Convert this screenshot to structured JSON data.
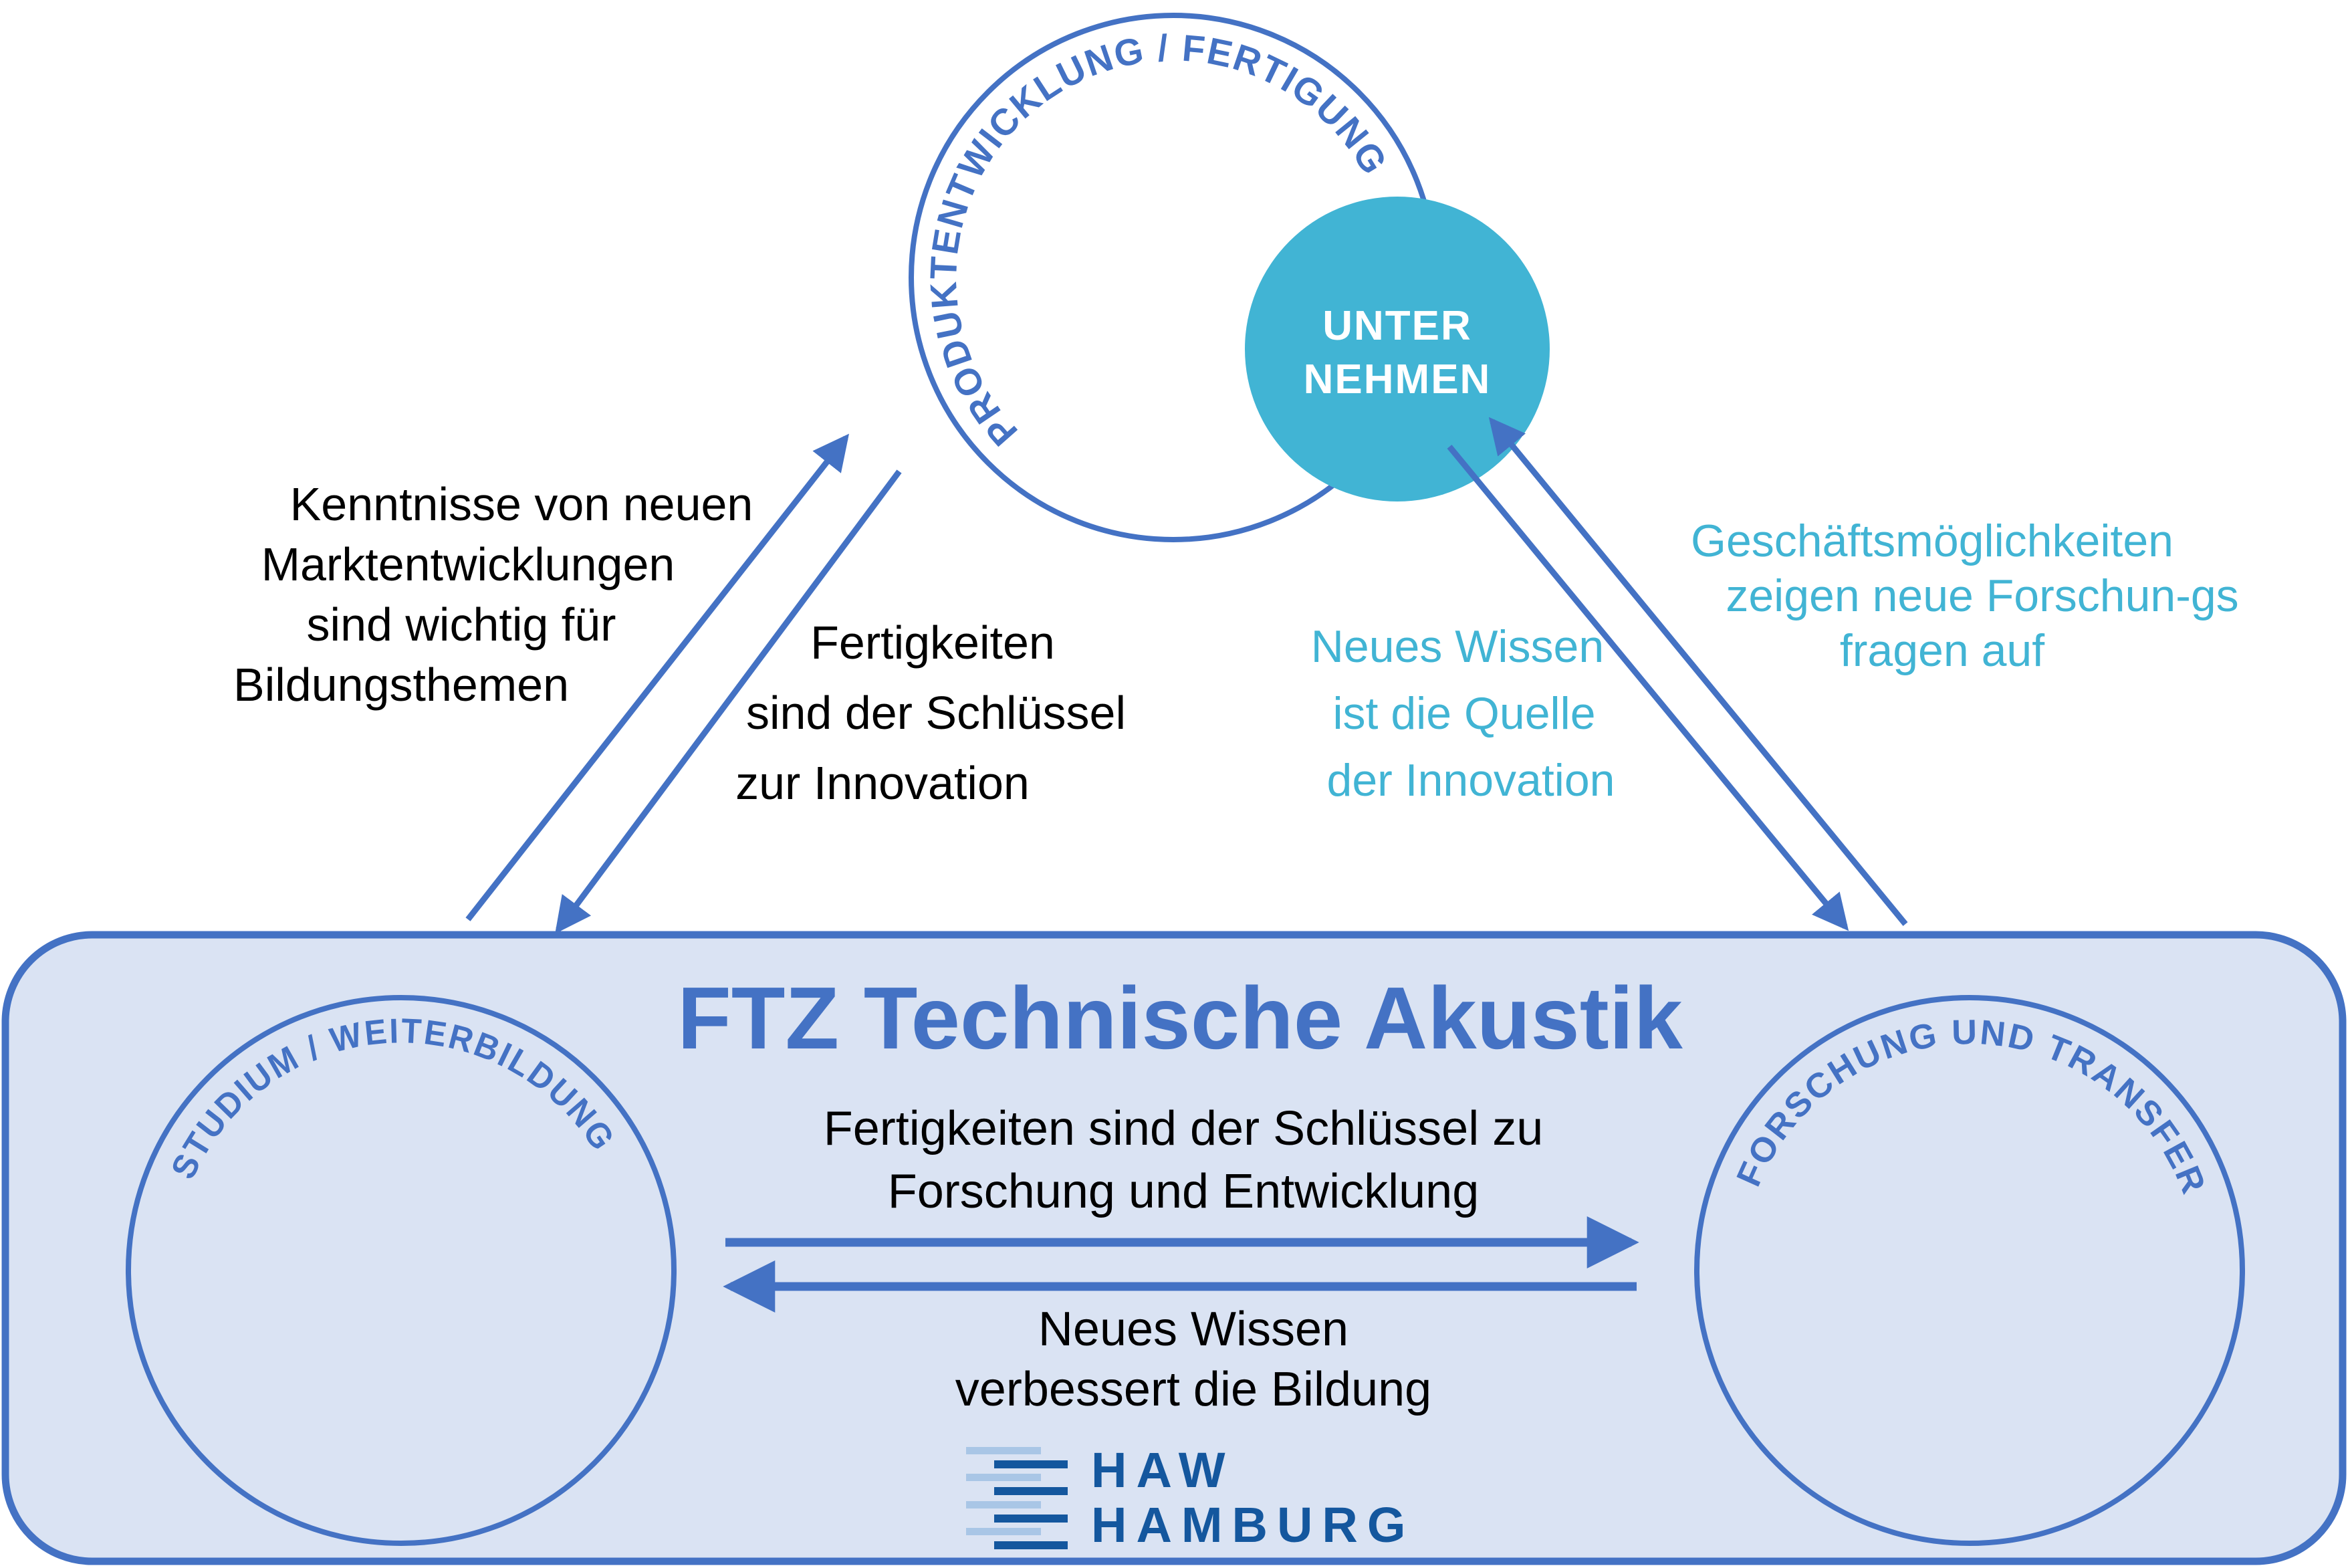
{
  "colors": {
    "accent_blue": "#4472C4",
    "teal": "#41B4D4",
    "box_fill": "#DAE3F3",
    "logo_dark_blue": "#14579E",
    "logo_light_blue": "#A9C6E6",
    "text_black": "#000000",
    "text_white": "#FFFFFF"
  },
  "production_circle": {
    "curved_label": "PRODUKTENTWICKLUNG / FERTIGUNG"
  },
  "company_circle": {
    "line1": "UNTER",
    "line2": "NEHMEN"
  },
  "notes": {
    "market_knowledge": {
      "lines": [
        "Kenntnisse von neuen",
        "Marktentwicklungen",
        "sind wichtig für",
        "Bildungsthemen"
      ]
    },
    "skills_innovation": {
      "lines": [
        "Fertigkeiten",
        "sind der Schlüssel",
        "zur Innovation"
      ]
    },
    "new_knowledge": {
      "lines": [
        "Neues Wissen",
        "ist die Quelle",
        "der Innovation"
      ]
    },
    "business_opportunities": {
      "lines": [
        "Geschäftsmöglichkeiten",
        "zeigen neue Forschun-gs",
        "fragen auf"
      ]
    }
  },
  "ftz_box": {
    "title": "FTZ Technische Akustik",
    "education_circle": {
      "curved_label": "STUDIUM / WEITERBILDUNG"
    },
    "research_circle": {
      "curved_label": "FORSCHUNG UND TRANSFER"
    },
    "skills_flow": {
      "lines": [
        "Fertigkeiten sind der Schlüssel zu",
        "Forschung und Entwicklung"
      ]
    },
    "knowledge_flow": {
      "lines": [
        "Neues Wissen",
        "verbessert die Bildung"
      ]
    }
  },
  "logo": {
    "line1": "HAW",
    "line2": "HAMBURG"
  }
}
